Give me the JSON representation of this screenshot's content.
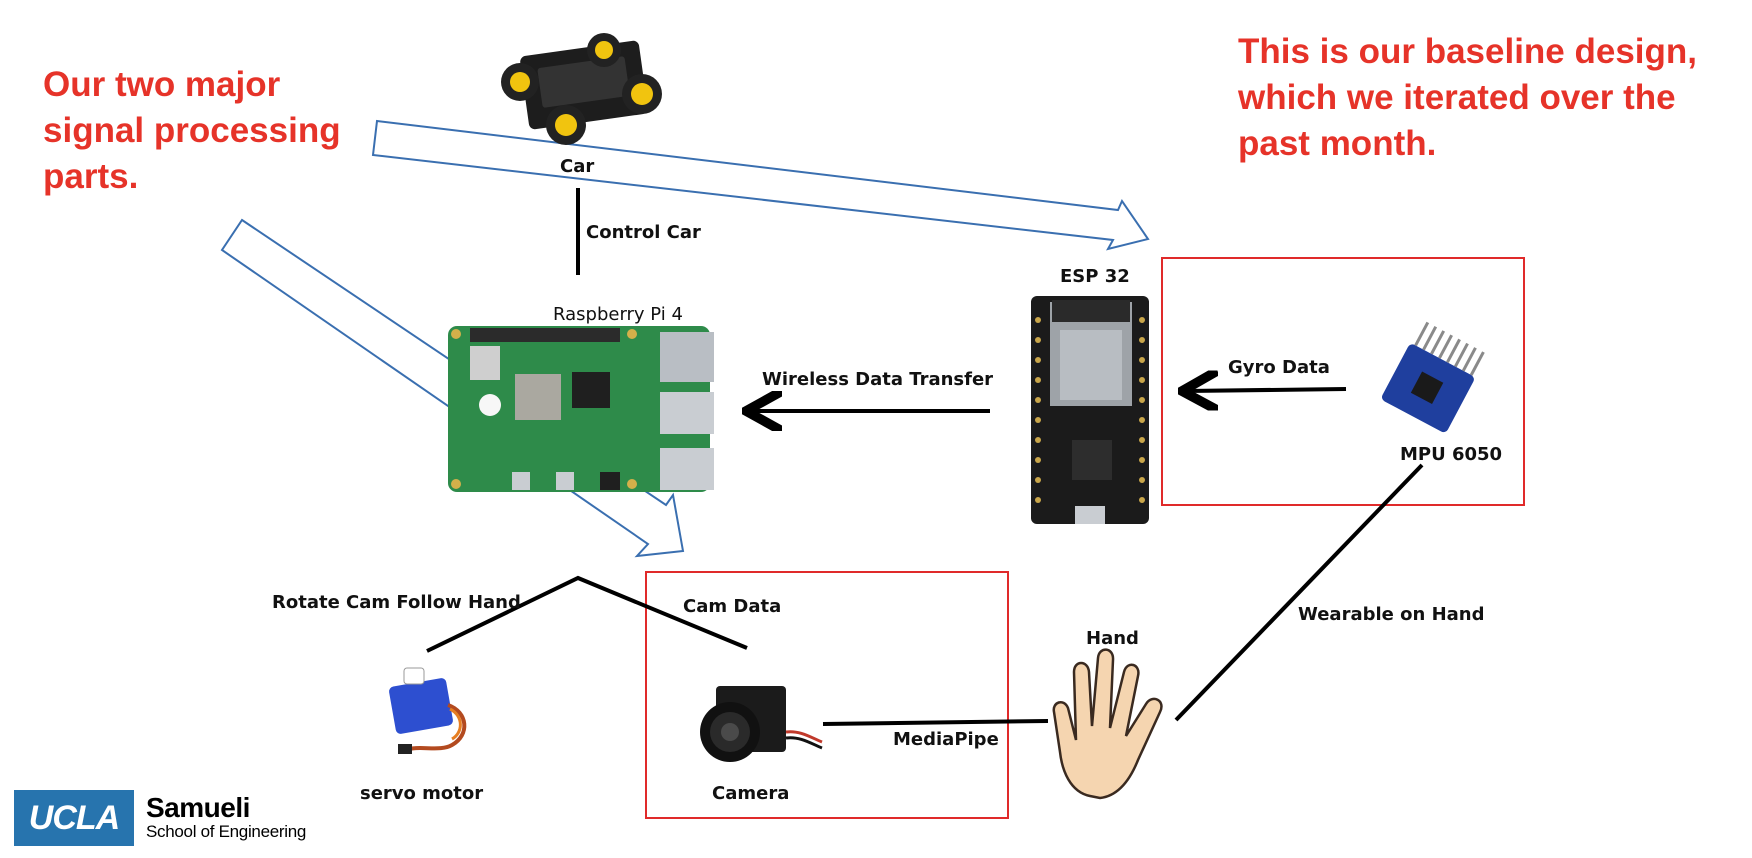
{
  "notes": {
    "left": [
      "Our two major",
      "signal processing",
      "parts."
    ],
    "right": [
      "This is our baseline design,",
      "which we iterated over the",
      "past month."
    ]
  },
  "labels": {
    "car": "Car",
    "control_car": "Control Car",
    "raspberry_pi": "Raspberry Pi 4",
    "esp32": "ESP 32",
    "wireless": "Wireless Data Transfer",
    "gyro": "Gyro Data",
    "mpu": "MPU 6050",
    "rotate_cam": "Rotate Cam Follow Hand",
    "cam_data": "Cam Data",
    "hand": "Hand",
    "wearable": "Wearable on Hand",
    "mediapipe": "MediaPipe",
    "servo": "servo motor",
    "camera": "Camera"
  },
  "logo": {
    "mark": "UCLA",
    "name": "Samueli",
    "school": "School of Engineering"
  },
  "colors": {
    "note_red": "#e63329",
    "box_red": "#e02a2a",
    "arrow_blue": "#3a6fb0",
    "ucla_blue": "#2774ae",
    "pcb_green": "#2e8b4a"
  },
  "icons": [
    "car-chassis-icon",
    "raspberry-pi-board-icon",
    "esp32-board-icon",
    "mpu6050-sensor-icon",
    "servo-motor-icon",
    "camera-module-icon",
    "hand-icon"
  ]
}
